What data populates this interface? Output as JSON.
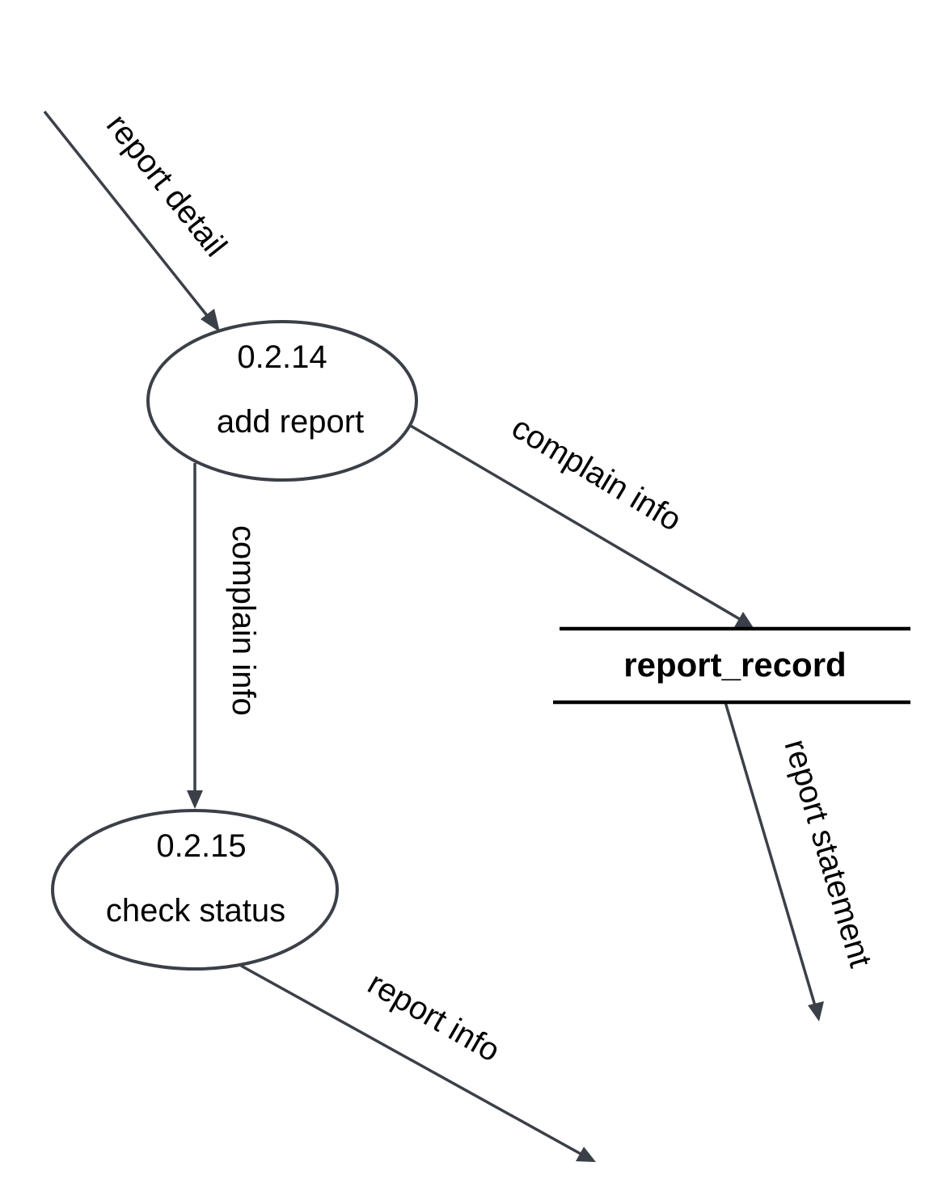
{
  "diagram": {
    "processes": [
      {
        "id": "0.2.14",
        "number": "0.2.14",
        "name": "add report"
      },
      {
        "id": "0.2.15",
        "number": "0.2.15",
        "name": "check status"
      }
    ],
    "data_store": {
      "name": "report_record"
    },
    "flows": [
      {
        "id": "f1",
        "label": "report detail",
        "to": "0.2.14"
      },
      {
        "id": "f2",
        "label": "complain info",
        "from": "0.2.14",
        "to": "report_record"
      },
      {
        "id": "f3",
        "label": "complain info",
        "from": "0.2.14",
        "to": "0.2.15"
      },
      {
        "id": "f4",
        "label": "report statement",
        "from": "report_record"
      },
      {
        "id": "f5",
        "label": "report info",
        "from": "0.2.15"
      }
    ],
    "colors": {
      "line": "#3b4048",
      "store_line": "#000000",
      "text": "#000000",
      "background": "#ffffff"
    }
  }
}
